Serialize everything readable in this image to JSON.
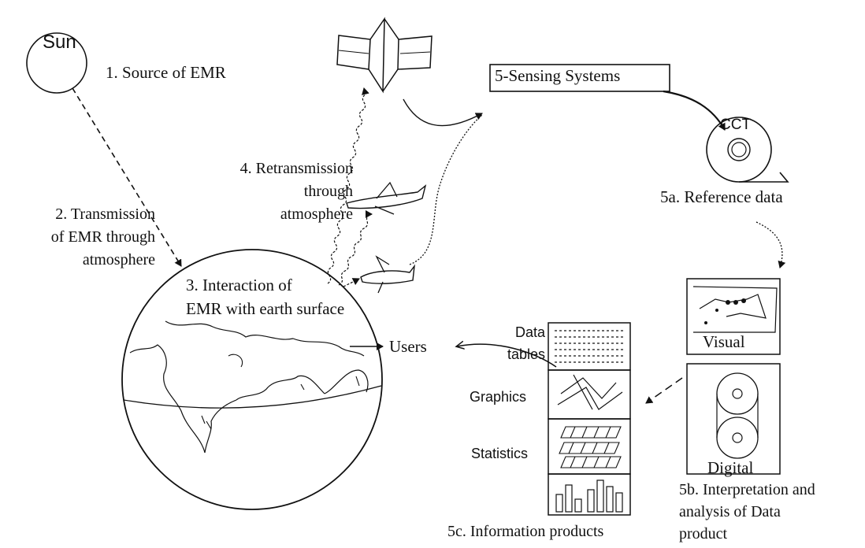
{
  "diagram": {
    "sun": "Sun",
    "step1": "1. Source of EMR",
    "step2": [
      "2. Transmission",
      "of  EMR through",
      "atmosphere"
    ],
    "step3": [
      "3. Interaction of",
      "EMR with earth surface"
    ],
    "step4": [
      "4. Retransmission",
      "through",
      "atmosphere"
    ],
    "step5": "5-Sensing Systems",
    "cct": "CCT",
    "step5a": "5a. Reference data",
    "visual": "Visual",
    "digital": "Digital",
    "step5b": [
      "5b. Interpretation and",
      "analysis of Data",
      "product"
    ],
    "step5c": "5c. Information products",
    "data_tables": [
      "Data",
      "tables"
    ],
    "graphics": "Graphics",
    "statistics": "Statistics",
    "users": "Users"
  },
  "colors": {
    "ink": "#111111",
    "background": "#ffffff"
  }
}
